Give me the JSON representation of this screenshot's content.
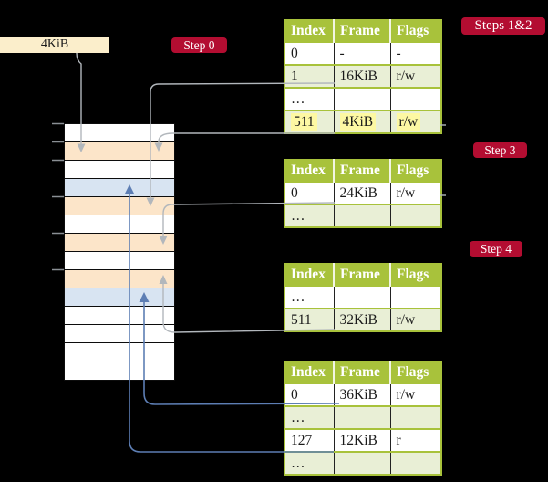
{
  "colors": {
    "badge_red": "#b30d31",
    "table_header_green": "#a8c23b",
    "table_row_green": "#e9efd6",
    "frame_peach": "#fce5c9",
    "frame_blue": "#d8e4f2",
    "highlight_yellow": "#fdf8a3",
    "pointer_box_wheat": "#fbeecb",
    "connector_gray": "#b2b7bc",
    "connector_blue": "#5d7eb4",
    "tick_gray": "#8a8f94"
  },
  "pointer_box": {
    "label": "4KiB"
  },
  "badges": {
    "step0": "Step 0",
    "steps_1_2": "Steps 1&2",
    "step3": "Step 3",
    "step4": "Step 4"
  },
  "tables": [
    {
      "id": "page-table-steps-1-2",
      "headers": [
        "Index",
        "Frame",
        "Flags"
      ],
      "rows": [
        [
          "0",
          "-",
          "-"
        ],
        [
          "1",
          "16KiB",
          "r/w"
        ],
        [
          "…",
          "",
          ""
        ],
        [
          "511",
          "4KiB",
          "r/w"
        ]
      ],
      "highlighted_row_index": 3
    },
    {
      "id": "page-table-step-3",
      "headers": [
        "Index",
        "Frame",
        "Flags"
      ],
      "rows": [
        [
          "0",
          "24KiB",
          "r/w"
        ],
        [
          "…",
          "",
          ""
        ]
      ]
    },
    {
      "id": "page-table-step-4",
      "headers": [
        "Index",
        "Frame",
        "Flags"
      ],
      "rows": [
        [
          "…",
          "",
          ""
        ],
        [
          "511",
          "32KiB",
          "r/w"
        ]
      ]
    },
    {
      "id": "page-table-final",
      "headers": [
        "Index",
        "Frame",
        "Flags"
      ],
      "rows": [
        [
          "0",
          "36KiB",
          "r/w"
        ],
        [
          "…",
          "",
          ""
        ],
        [
          "127",
          "12KiB",
          "r"
        ],
        [
          "…",
          "",
          ""
        ]
      ]
    }
  ],
  "memory_column": {
    "rows": [
      "white",
      "peach",
      "white",
      "blue",
      "peach",
      "white",
      "peach",
      "white",
      "peach",
      "blue",
      "white",
      "white",
      "white",
      "white"
    ]
  }
}
